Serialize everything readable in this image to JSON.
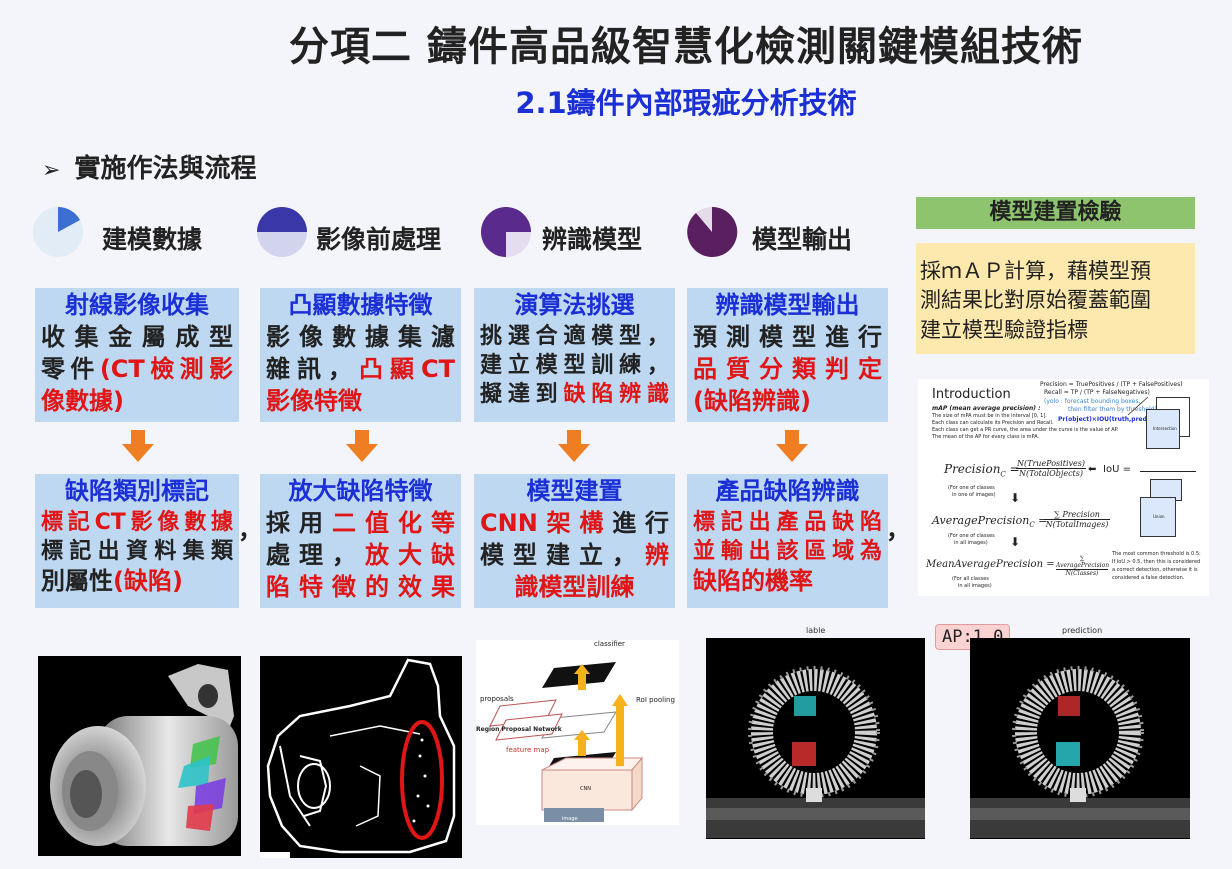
{
  "header": {
    "title": "分項二 鑄件高品級智慧化檢測關鍵模組技術",
    "subtitle": "2.1鑄件內部瑕疵分析技術"
  },
  "section": {
    "bullet": "➢",
    "label": "實施作法與流程"
  },
  "steps": [
    {
      "label": "建模數據",
      "pie_color": "#3b6fd0",
      "top_lines": [
        {
          "t": "射線影像收集",
          "c": "bl"
        },
        {
          "t": "收集金屬成型",
          "c": "bk"
        },
        {
          "t": "零件",
          "c": "bk",
          "extra": "(CT檢測影"
        },
        {
          "t": "像數據)",
          "c": "rd"
        }
      ],
      "bottom_lines": [
        {
          "t": "缺陷類別標記",
          "c": "bl"
        },
        {
          "t": "標記CT影像數據",
          "c": "rd"
        },
        {
          "t": "標記出資料集類",
          "c": "bk"
        },
        {
          "t": "別屬性",
          "c": "bk",
          "extra": "(缺陷)"
        }
      ]
    },
    {
      "label": "影像前處理",
      "pie_color": "#3a37a8",
      "top_lines": [
        {
          "t": "凸顯數據特徵",
          "c": "bl"
        },
        {
          "t": "影像數據集濾",
          "c": "bk"
        },
        {
          "t": "雜訊，",
          "c": "bk",
          "extra": "凸顯CT"
        },
        {
          "t": "影像特徵",
          "c": "rd"
        }
      ],
      "bottom_lines": [
        {
          "t": "放大缺陷特徵",
          "c": "bl"
        },
        {
          "t": "採用",
          "c": "bk",
          "extra": "二值化等"
        },
        {
          "t": "處理，",
          "c": "bk",
          "extra": "放大缺"
        },
        {
          "t": "陷特徵的效果",
          "c": "rd"
        }
      ]
    },
    {
      "label": "辨識模型",
      "pie_color": "#5a2a8c",
      "top_lines": [
        {
          "t": "演算法挑選",
          "c": "bl"
        },
        {
          "t": "挑選合適模型，",
          "c": "bk"
        },
        {
          "t": "建立模型訓練，",
          "c": "bk"
        },
        {
          "t": "擬達到",
          "c": "bk",
          "extra": "缺陷辨識"
        }
      ],
      "bottom_lines": [
        {
          "t": "模型建置",
          "c": "bl"
        },
        {
          "t": "CNN架構",
          "c": "rd",
          "extra2": "進行"
        },
        {
          "t": "模型建立，",
          "c": "bk",
          "extra": "辨"
        },
        {
          "t": "識模型訓練",
          "c": "rd"
        }
      ]
    },
    {
      "label": "模型輸出",
      "pie_color": "#5a1f5e",
      "top_lines": [
        {
          "t": "辨識模型輸出",
          "c": "bl"
        },
        {
          "t": "預測模型進行",
          "c": "bk"
        },
        {
          "t": "品質分類判定",
          "c": "rd"
        },
        {
          "t": "(缺陷辨識)",
          "c": "rd"
        }
      ],
      "bottom_lines": [
        {
          "t": "產品缺陷辨識",
          "c": "bl"
        },
        {
          "t": "標記出產品缺陷",
          "c": "rd"
        },
        {
          "t": "並輸出該區域為",
          "c": "rd"
        },
        {
          "t": "缺陷的機率",
          "c": "rd"
        }
      ]
    }
  ],
  "separator": "，",
  "verify": {
    "header": "模型建置檢驗",
    "lines": [
      "採ｍＡＰ計算，藉模型預",
      "測結果比對原始覆蓋範圍",
      "建立模型驗證指標"
    ]
  },
  "map_panel": {
    "intro": "Introduction",
    "eq_top1": "Precision = TruePositives / (TP + FalsePositives)",
    "eq_top2": "Recall = TP / (TP + FalseNegatives)",
    "yolo": "(yolo : forecast bounding boxes,",
    "yolo2": "then filter them by threshold)",
    "pr": "Pr(object)×IOU(truth,pred)",
    "map_def": "mAP (mean average precision) :",
    "desc1": "The size of mPA must be in the interval [0, 1].",
    "desc2": "Each class can calculate its Precision and Recall.",
    "desc3": "Each class can get a PR curve, the area under the curve is the value of AP.",
    "desc4": "The mean of the AP for every class is mPA.",
    "intersection": "Intersection",
    "union": "Union",
    "precision_lhs": "Precision",
    "precision_sub": "C",
    "precision_num": "N(TruePositives)",
    "precision_den": "N(TotalObjects)",
    "iou": "IoU =",
    "for1a": "(For one of classes",
    "for1b": "in one of images)",
    "avg_lhs": "AveragePrecision",
    "avg_num": "∑ Precision",
    "avg_den": "N(TotalImages)",
    "for2a": "(For one of classes",
    "for2b": "in all images)",
    "mean_lhs": "MeanAveragePrecision =",
    "mean_num": "∑ AveragePrecision",
    "mean_den": "N(Classes)",
    "for3a": "(For all classes",
    "for3b": "in all images)",
    "thr1": "The most common threshold is 0.5:",
    "thr2": "If IoU > 0.5, then this is considered",
    "thr3": "a correct detection, otherwise it is",
    "thr4": "considered a false detection."
  },
  "rcnn": {
    "classifier": "classifier",
    "roi": "RoI pooling",
    "proposals": "proposals",
    "rpn": "Region Proposal Network",
    "feature_map": "feature map",
    "cnn": "CNN",
    "image": "image"
  },
  "results": {
    "ap": "AP:1.0",
    "lable": "lable",
    "prediction": "prediction"
  }
}
